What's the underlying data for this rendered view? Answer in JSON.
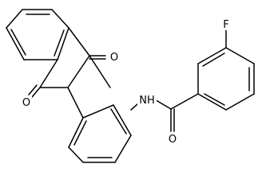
{
  "structure": {
    "atoms": {
      "oxygen_top": "O",
      "oxygen_bottom": "O",
      "amide_nh": "NH",
      "amide_oxygen": "O",
      "fluorine": "F"
    }
  },
  "colors": {
    "background": "#ffffff",
    "bond": "#000000",
    "label": "#000000"
  }
}
